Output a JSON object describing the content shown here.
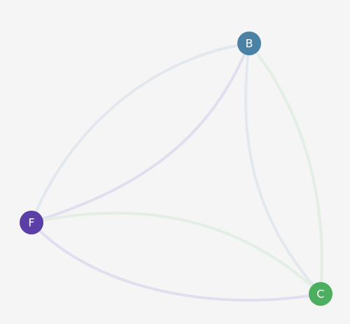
{
  "nodes": {
    "B": {
      "label": "B",
      "color": "#4a81a5"
    },
    "F": {
      "label": "F",
      "color": "#5b3fa6"
    },
    "C": {
      "label": "C",
      "color": "#4cae5f"
    }
  },
  "edge_colors": {
    "blue": "#e3e8ef",
    "purple": "#e1def0",
    "green": "#e3eee5"
  }
}
